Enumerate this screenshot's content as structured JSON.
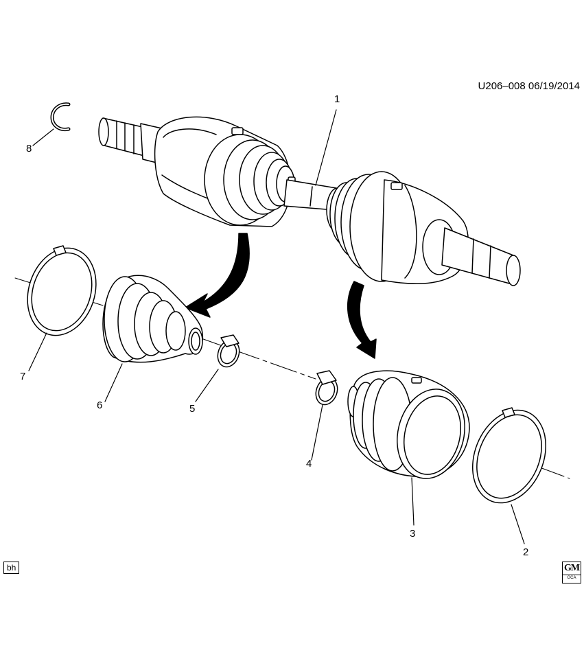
{
  "header": {
    "drawing_ref": "U206–008  06/19/2014"
  },
  "callouts": [
    "1",
    "2",
    "3",
    "4",
    "5",
    "6",
    "7",
    "8"
  ],
  "footer": {
    "artist_initials": "bh",
    "logo_text": "GM",
    "logo_subtext": "GCA"
  }
}
